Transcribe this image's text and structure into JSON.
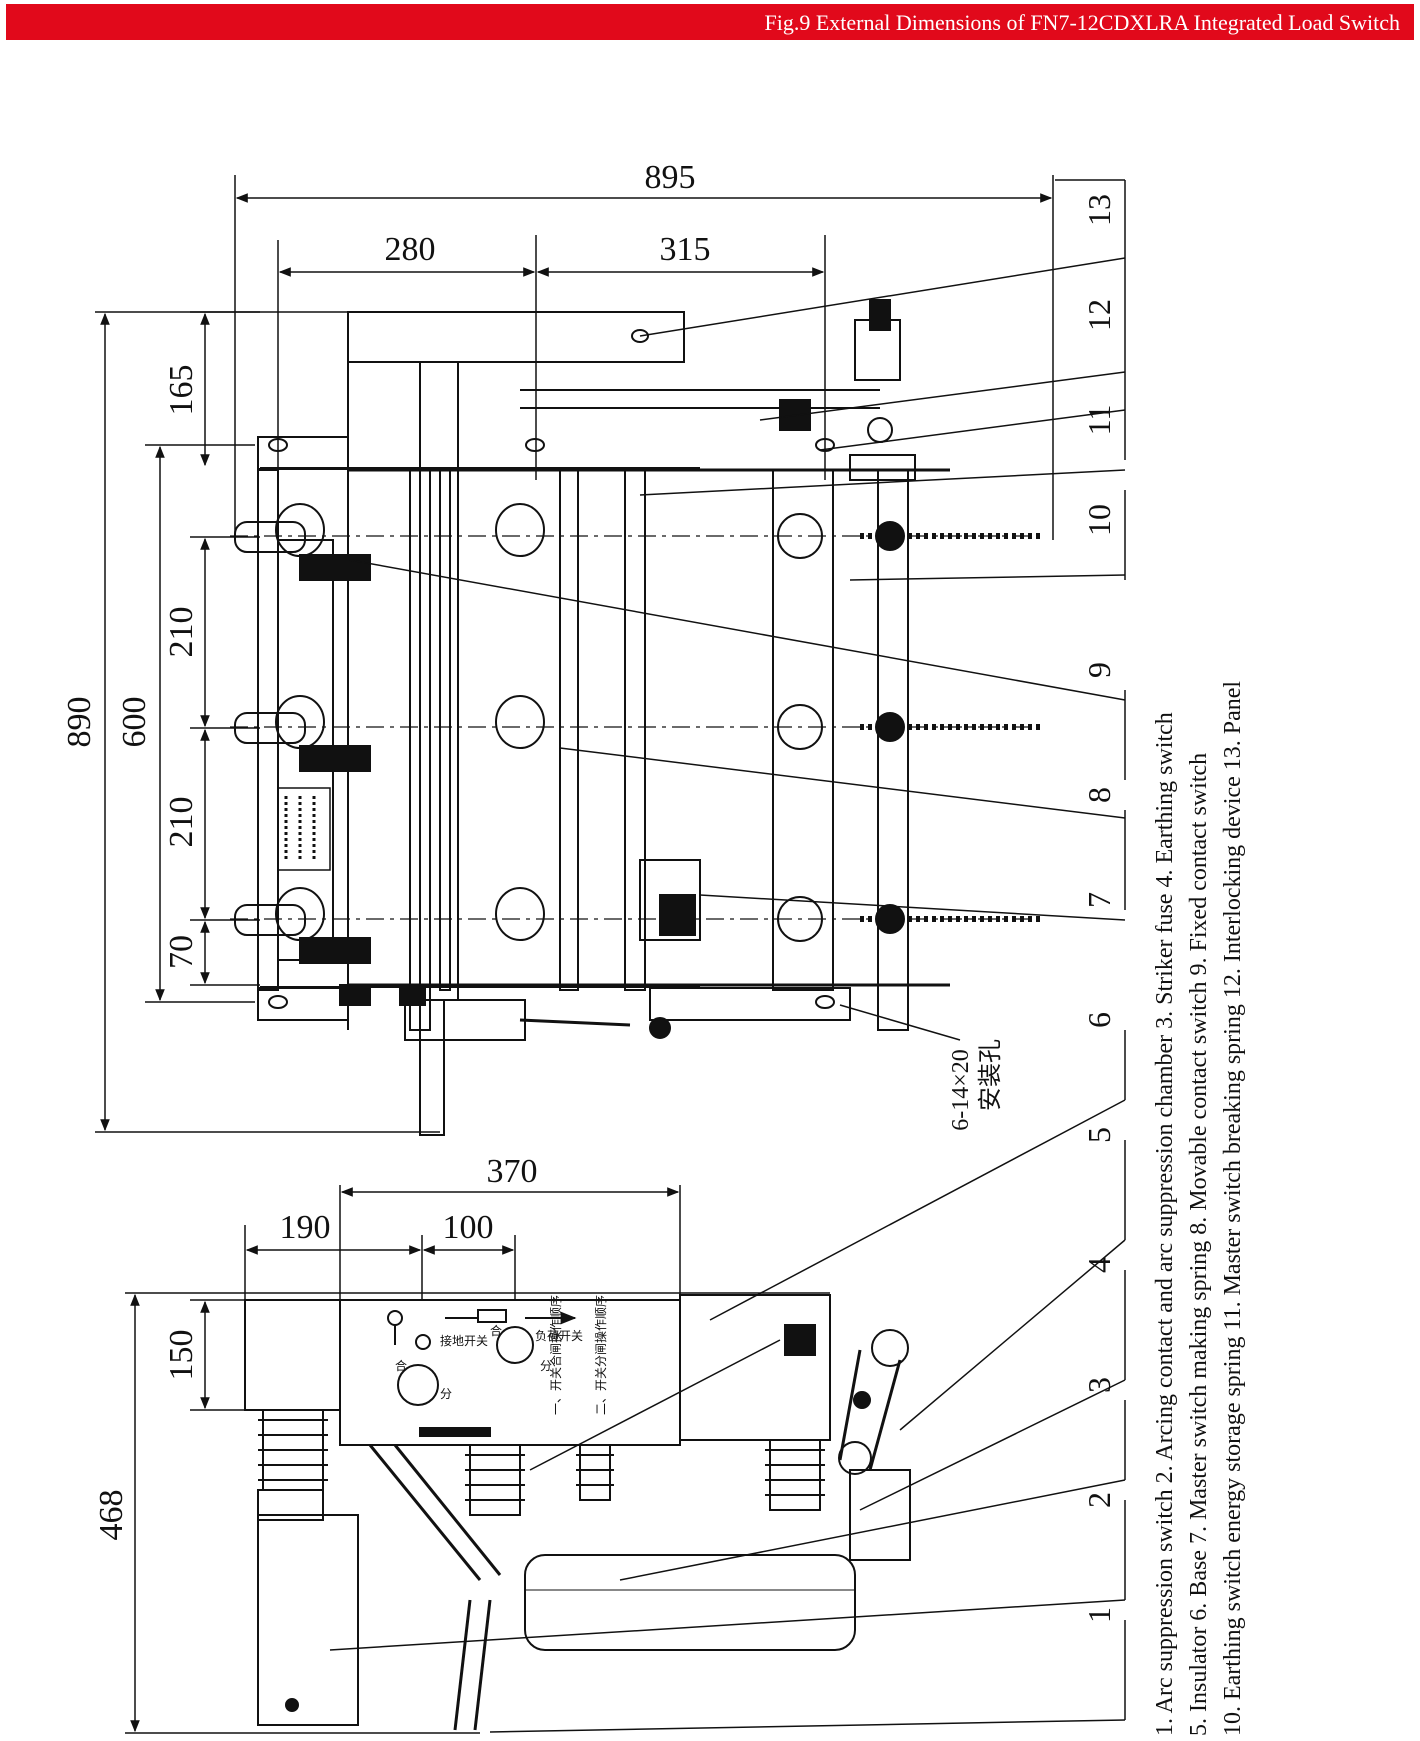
{
  "header": {
    "title": "Fig.9 External Dimensions of FN7-12CDXLRA Integrated Load Switch",
    "bar_color": "#e1091b"
  },
  "dimensions": {
    "overall_width": "895",
    "span_left": "280",
    "span_right": "315",
    "overall_height": "890",
    "mount_height": "600",
    "top_offset": "165",
    "pitch_1": "210",
    "pitch_2": "210",
    "bottom_offset": "70",
    "side_width": "370",
    "side_left": "190",
    "side_mid": "100",
    "side_height": "468",
    "side_top": "150"
  },
  "mounting_hole": {
    "size": "6-14×20",
    "chinese": "安装孔"
  },
  "panel_text": {
    "cn_he": "合",
    "cn_fen": "分",
    "cn_switch": "负荷开关",
    "cn_ground": "接地开关",
    "cn_instr_1": "一、开关合闸操作顺序",
    "cn_instr_2": "二、开关分闸操作顺序"
  },
  "callouts": [
    "1",
    "2",
    "3",
    "4",
    "5",
    "6",
    "7",
    "8",
    "9",
    "10",
    "11",
    "12",
    "13"
  ],
  "legend": {
    "line1": "1. Arc suppression switch 2. Arcing contact and arc suppression chamber 3. Striker fuse  4. Earthing switch",
    "line2": "5. Insulator 6. Base 7. Master switch making spring 8. Movable contact switch 9. Fixed contact switch",
    "line3": "10. Earthing switch energy storage spring 11. Master switch breaking spring 12. Interlocking device 13. Panel"
  }
}
